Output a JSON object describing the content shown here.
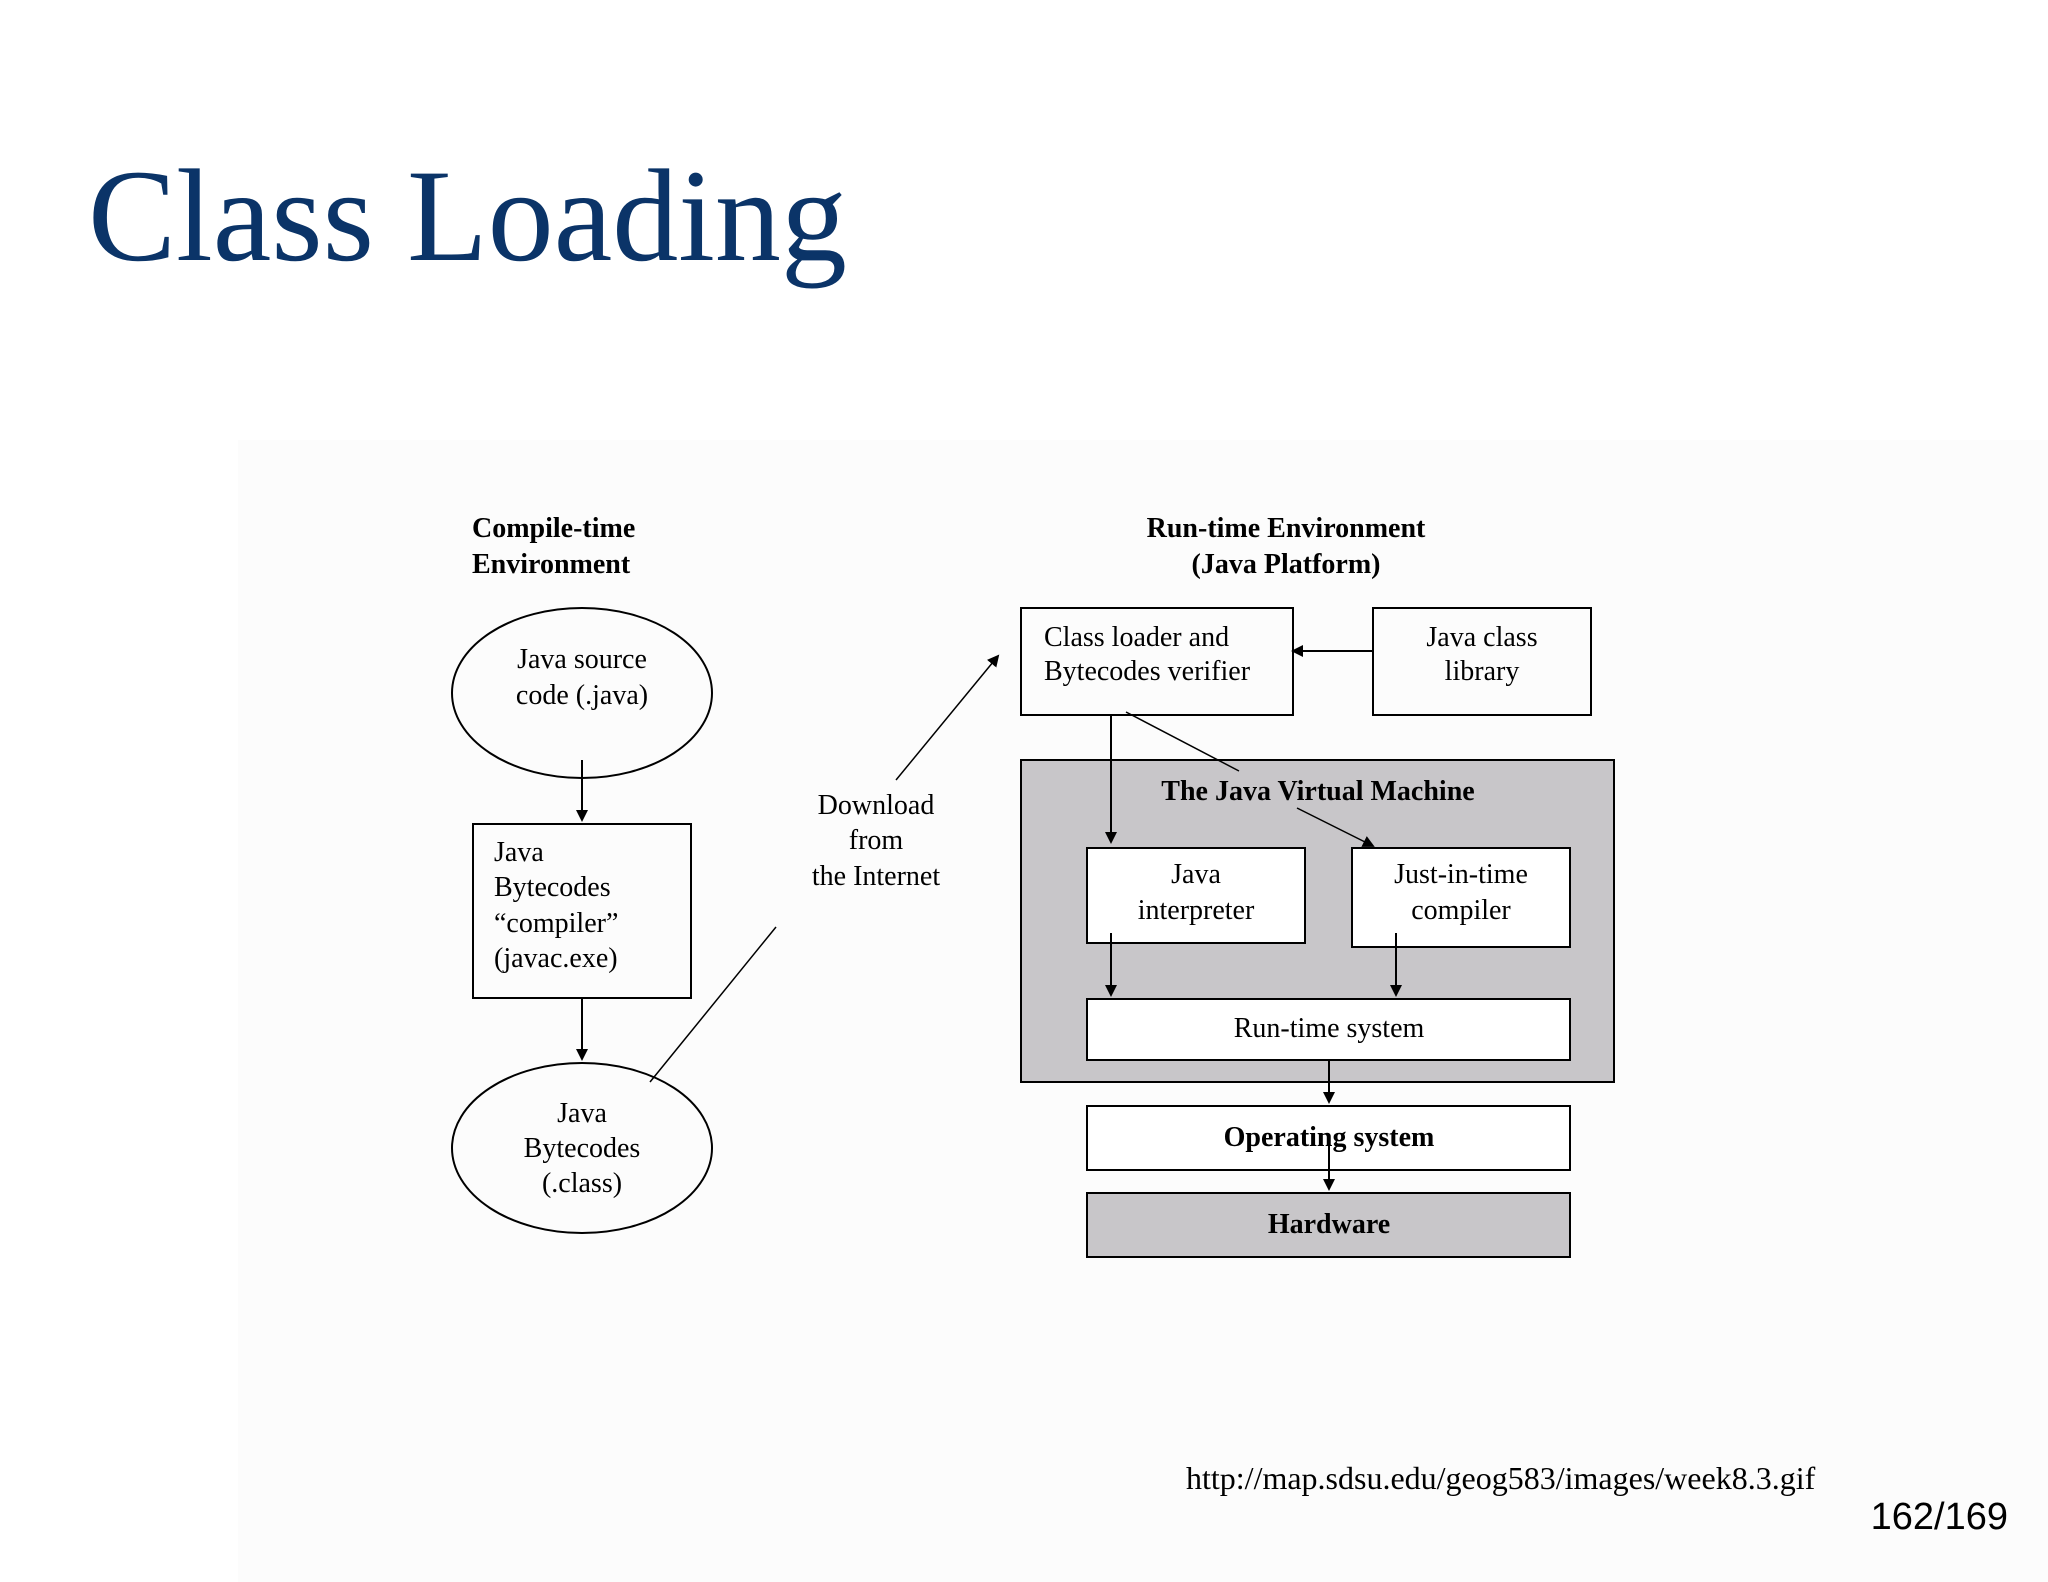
{
  "slide": {
    "title": "Class Loading",
    "source_url": "http://map.sdsu.edu/geog583/images/week8.3.gif",
    "page_number": "162/169"
  },
  "diagram": {
    "compile_header_line1": "Compile-time",
    "compile_header_line2": "Environment",
    "runtime_header_line1": "Run-time Environment",
    "runtime_header_line2": "(Java Platform)",
    "java_source_line1": "Java source",
    "java_source_line2": "code (.java)",
    "compiler_line1": "Java",
    "compiler_line2": "Bytecodes",
    "compiler_line3": "“compiler”",
    "compiler_line4": "(javac.exe)",
    "bytecodes_line1": "Java",
    "bytecodes_line2": "Bytecodes",
    "bytecodes_line3": "(.class)",
    "download_line1": "Download",
    "download_line2": "from",
    "download_line3": "the Internet",
    "class_loader_line1": "Class loader and",
    "class_loader_line2": "Bytecodes verifier",
    "class_library_line1": "Java class",
    "class_library_line2": "library",
    "jvm_title": "The Java Virtual  Machine",
    "interpreter_line1": "Java",
    "interpreter_line2": "interpreter",
    "jit_line1": "Just-in-time",
    "jit_line2": "compiler",
    "runtime_system": "Run-time system",
    "operating_system": "Operating system",
    "hardware": "Hardware"
  },
  "colors": {
    "title": "#0b3468",
    "jvm_fill": "#c8c6c9",
    "hardware_fill": "#c8c6c9"
  }
}
